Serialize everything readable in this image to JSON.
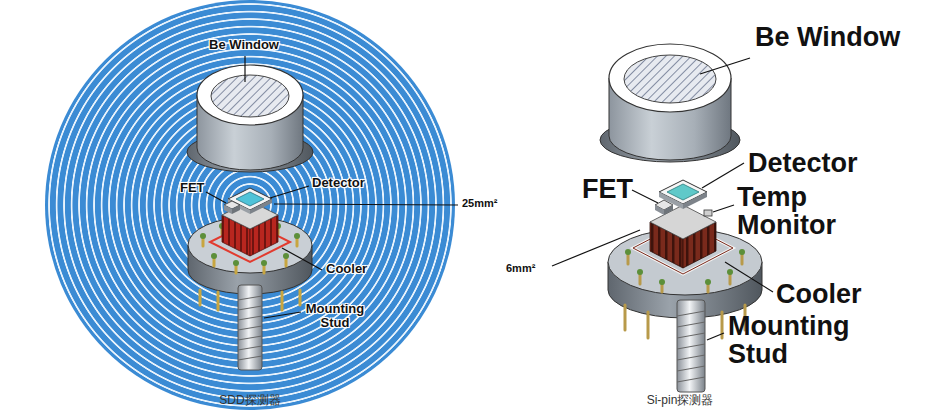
{
  "diagram": {
    "labels": [
      "Be Window",
      "FET",
      "Detector",
      "25mm²",
      "Cooler",
      "Mounting Stud",
      "SDD探测器",
      "Be Window",
      "Detector",
      "FET",
      "Temp Monitor",
      "6mm²",
      "Cooler",
      "Mounting Stud",
      "Si-pin探测器"
    ]
  }
}
